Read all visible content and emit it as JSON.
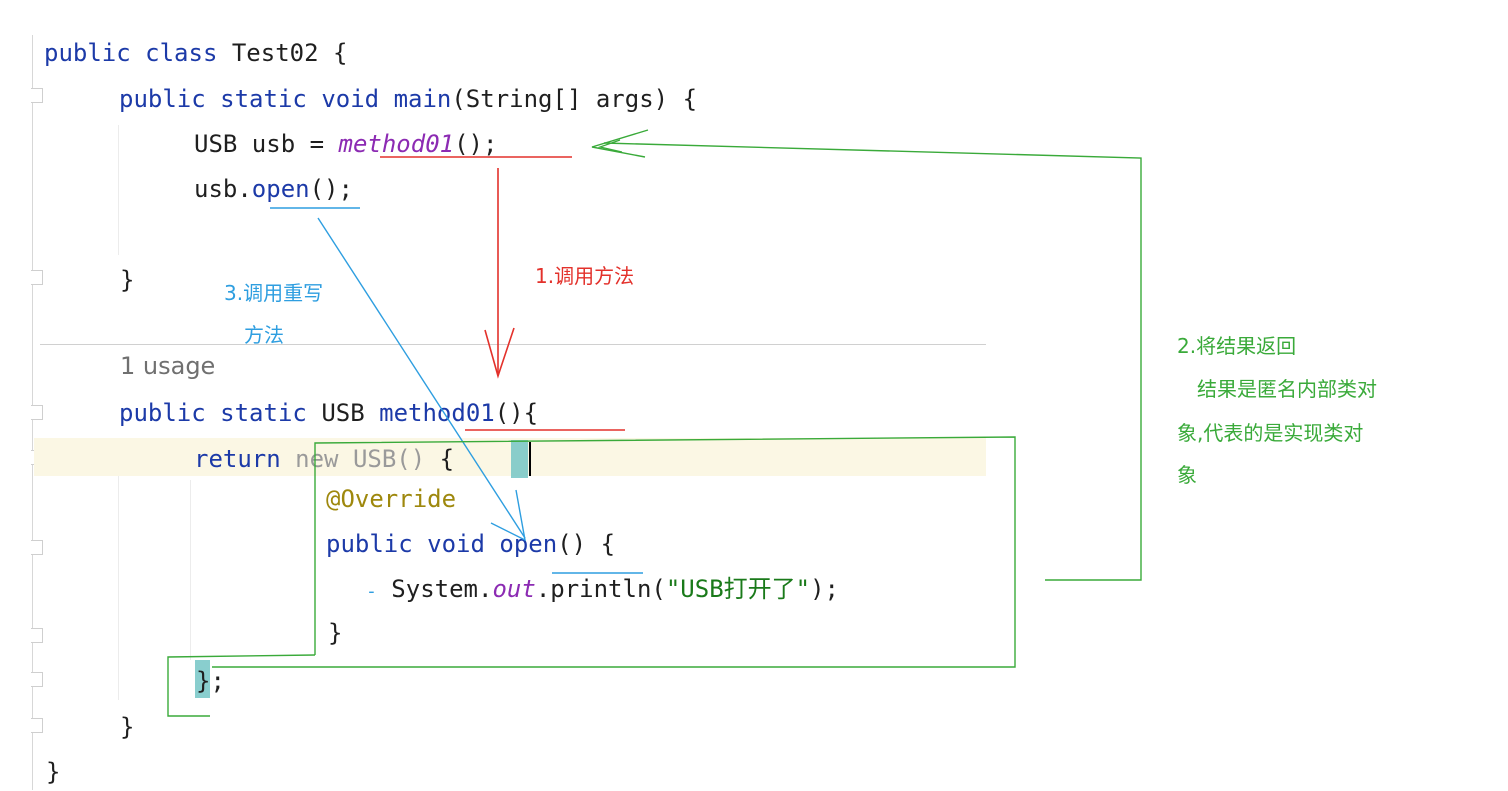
{
  "editor": {
    "lines": {
      "class_decl": {
        "kw1": "public",
        "kw2": "class",
        "name": "Test02",
        "brace": "{"
      },
      "main_decl": {
        "kw1": "public",
        "kw2": "static",
        "kw3": "void",
        "name": "main",
        "params": "(String[] args)",
        "brace": "{"
      },
      "assign": {
        "lhs": "USB usb = ",
        "call": "method01",
        "tail": "();"
      },
      "open_call": {
        "obj": "usb.",
        "method": "open",
        "tail": "();"
      },
      "main_close": "}",
      "usage_hint": "1 usage",
      "method_decl": {
        "kw1": "public",
        "kw2": "static",
        "type": "USB",
        "name": "method01",
        "tail": "(){"
      },
      "return_line": {
        "kw": "return",
        "new_expr": "new USB()",
        "brace": "{"
      },
      "override": "@Override",
      "open_decl": {
        "kw1": "public",
        "kw2": "void",
        "name": "open",
        "tail": "()",
        "brace": "{"
      },
      "println": {
        "obj": "System.",
        "field": "out",
        "call": ".println(",
        "str": "\"USB打开了\"",
        "tail": ");",
        "dash": "-"
      },
      "inner_close": "}",
      "anon_close": {
        "brace": "}",
        "semi": ";"
      },
      "method_close": "}",
      "class_close": "}"
    }
  },
  "annotations": {
    "step1": "1.调用方法",
    "step2_line1": "2.将结果返回",
    "step2_line2": "结果是匿名内部类对",
    "step2_line3": "象,代表的是实现类对",
    "step2_line4": "象",
    "step3_line1": "3.调用重写",
    "step3_line2": "方法"
  },
  "colors": {
    "keyword": "#1c3aa8",
    "italic_method": "#8c2bb3",
    "annotation": "#9e880d",
    "string": "#1a7a1a",
    "note_red": "#e3312b",
    "note_blue": "#2e9ee0",
    "note_green": "#3aaa3a"
  }
}
